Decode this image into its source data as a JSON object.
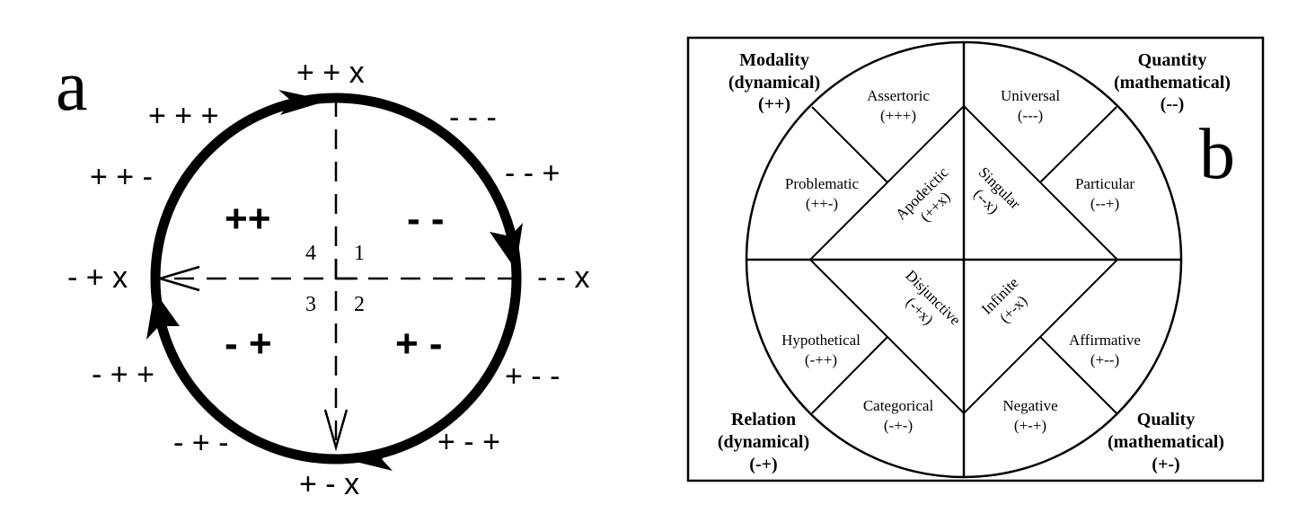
{
  "panel_a": {
    "letter": "a",
    "signs": {
      "top": "+ + x",
      "upper_left_1": "+ + +",
      "upper_left_2": "+ + -",
      "upper_right_1": "- - -",
      "upper_right_2": "- - +",
      "left_axis": "- + x",
      "right_axis": "- - x",
      "lower_left_1": "- + +",
      "lower_left_2": "- + -",
      "lower_right_1": "+ - -",
      "lower_right_2": "+ - +",
      "bottom": "+ - x"
    },
    "quadrant_signs": {
      "upper_left": "++",
      "upper_right": "- -",
      "lower_left": "- +",
      "lower_right": "+ -"
    },
    "quadrant_numbers": [
      "1",
      "2",
      "3",
      "4"
    ]
  },
  "panel_b": {
    "letter": "b",
    "corners": {
      "top_left": [
        "Modality",
        "(dynamical)",
        "(++)"
      ],
      "top_right": [
        "Quantity",
        "(mathematical)",
        "(--)"
      ],
      "bottom_left": [
        "Relation",
        "(dynamical)",
        "(-+)"
      ],
      "bottom_right": [
        "Quality",
        "(mathematical)",
        "(+-)"
      ]
    },
    "cells": {
      "assertoric": [
        "Assertoric",
        "(+++)"
      ],
      "problematic": [
        "Problematic",
        "(++-)"
      ],
      "apodeictic": [
        "Apodeictic",
        "(++x)"
      ],
      "universal": [
        "Universal",
        "(---)"
      ],
      "particular": [
        "Particular",
        "(--+)"
      ],
      "singular": [
        "Singular",
        "(--x)"
      ],
      "hypothetical": [
        "Hypothetical",
        "(-++)"
      ],
      "categorical": [
        "Categorical",
        "(-+-)"
      ],
      "disjunctive": [
        "Disjunctive",
        "(-+x)"
      ],
      "affirmative": [
        "Affirmative",
        "(+--)"
      ],
      "negative": [
        "Negative",
        "(+-+)"
      ],
      "infinite": [
        "Infinite",
        "(+-x)"
      ]
    }
  }
}
